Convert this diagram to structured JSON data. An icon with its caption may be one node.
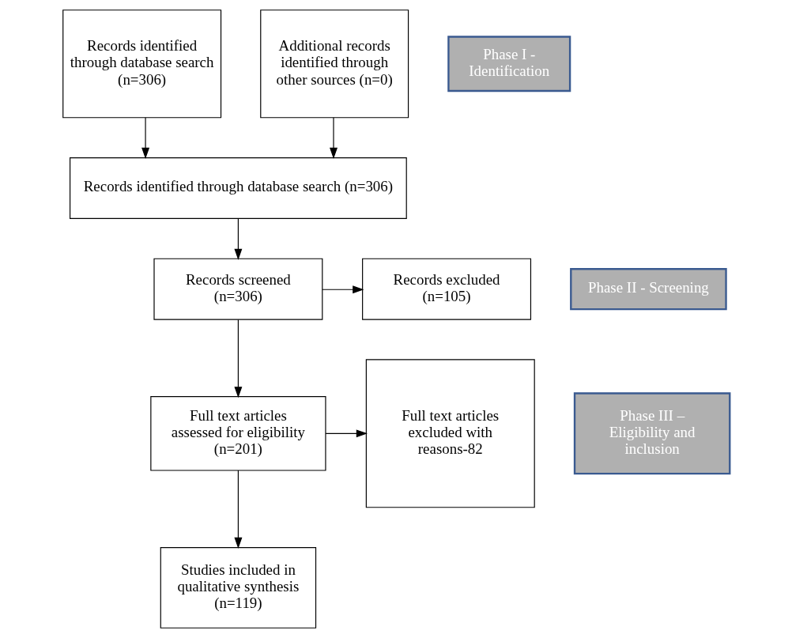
{
  "diagram": {
    "nodes": [
      {
        "text": [
          "Records identified through database search (n=306)"
        ]
      },
      {
        "text": [
          "Additional records identified through other sources (n=0)"
        ]
      },
      {
        "text": [
          "Phase I - Identification"
        ]
      },
      {
        "text": [
          "Records identified through database search (n=306)"
        ]
      },
      {
        "text": [
          "Phase II - Screening"
        ]
      },
      {
        "text": [
          "Records screened (n=306)"
        ]
      },
      {
        "text": [
          "Records excluded (n=105)"
        ]
      },
      {
        "text": [
          "Phase III – Eligibility and inclusion"
        ]
      },
      {
        "text": [
          "Full text articles assessed for eligibility (n=201)"
        ]
      },
      {
        "text": [
          "Full text articles excluded with reasons-82"
        ]
      },
      {
        "text": [
          "Studies included in qualitative synthesis (n=119)"
        ]
      }
    ],
    "edges": [
      {
        "from": 0,
        "to": 3,
        "arrow": "to"
      },
      {
        "from": 1,
        "to": 3,
        "arrow": "to"
      },
      {
        "from": 3,
        "to": 5,
        "arrow": "to"
      },
      {
        "from": 5,
        "to": 6,
        "arrow": "to"
      },
      {
        "from": 5,
        "to": 8,
        "arrow": "to"
      },
      {
        "from": 8,
        "to": 9,
        "arrow": "to"
      },
      {
        "from": 8,
        "to": 10,
        "arrow": "to"
      }
    ]
  }
}
